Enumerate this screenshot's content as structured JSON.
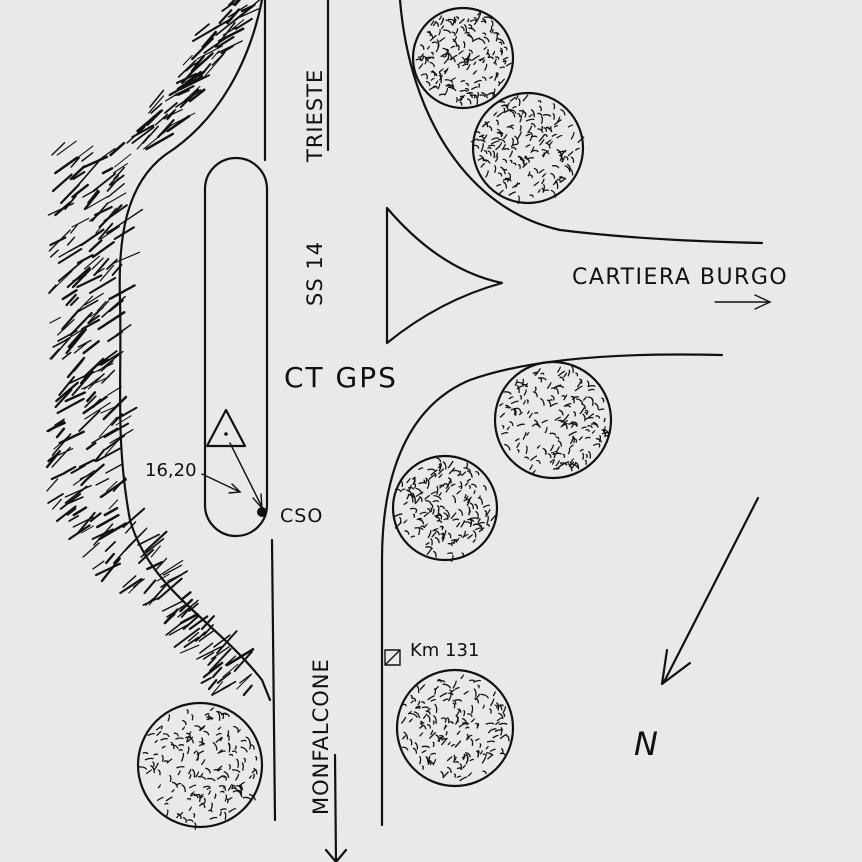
{
  "map": {
    "label_trieste": "TRIESTE",
    "label_ss14": "SS 14",
    "label_monfalcone": "MONFALCONE",
    "label_cartiera": "CARTIERA BURGO",
    "label_station": "CT GPS",
    "label_cso": "CSO",
    "label_distance": "16,20",
    "label_km": "Km 131",
    "label_north": "N"
  },
  "colors": {
    "paper": "#e9e9e9",
    "ink": "#111111"
  }
}
